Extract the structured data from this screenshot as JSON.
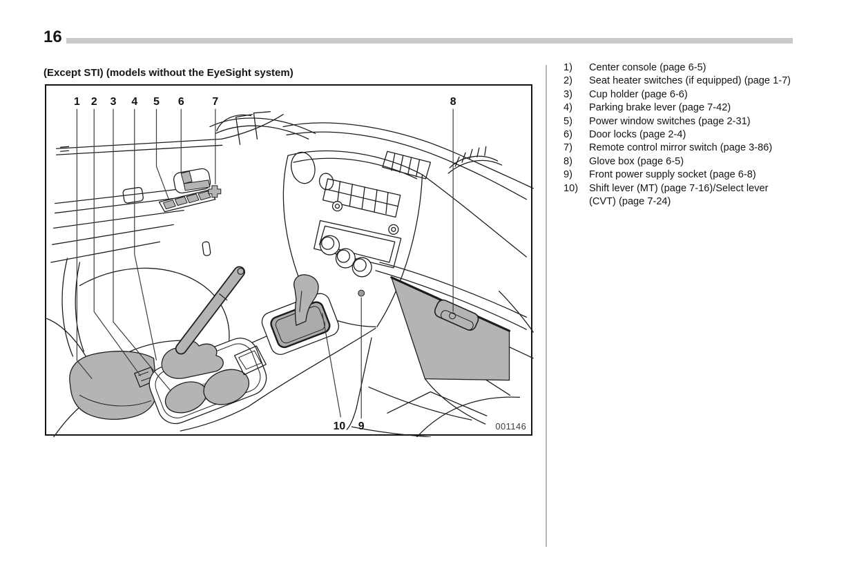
{
  "page": {
    "number": "16"
  },
  "section": {
    "caption": "(Except STI) (models without the EyeSight system)"
  },
  "figure": {
    "code": "001146",
    "callouts": [
      "1",
      "2",
      "3",
      "4",
      "5",
      "6",
      "7",
      "8",
      "10",
      "9"
    ]
  },
  "legend": {
    "items": [
      {
        "num": "1)",
        "text": "Center console (page 6-5)"
      },
      {
        "num": "2)",
        "text": "Seat heater switches (if equipped) (page 1-7)"
      },
      {
        "num": "3)",
        "text": "Cup holder (page 6-6)"
      },
      {
        "num": "4)",
        "text": "Parking brake lever (page 7-42)"
      },
      {
        "num": "5)",
        "text": "Power window switches (page 2-31)"
      },
      {
        "num": "6)",
        "text": "Door locks (page 2-4)"
      },
      {
        "num": "7)",
        "text": "Remote control mirror switch (page 3-86)"
      },
      {
        "num": "8)",
        "text": "Glove box (page 6-5)"
      },
      {
        "num": "9)",
        "text": "Front power supply socket (page 6-8)"
      },
      {
        "num": "10)",
        "text": "Shift lever (MT) (page 7-16)/Select lever (CVT) (page 7-24)"
      }
    ]
  }
}
